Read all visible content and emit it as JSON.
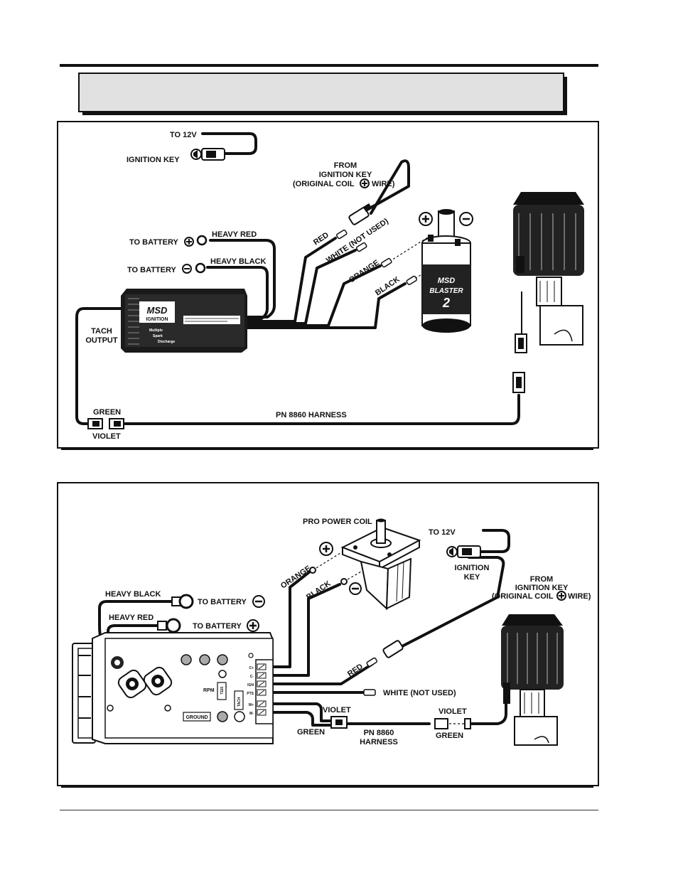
{
  "diagram_top": {
    "labels": {
      "to_12v": "TO 12V",
      "ignition_key": "IGNITION KEY",
      "from_key_1": "FROM",
      "from_key_2": "IGNITION KEY",
      "from_key_3": "(ORIGINAL COIL",
      "from_key_4": "WIRE)",
      "to_battery_pos": "TO BATTERY",
      "heavy_red": "HEAVY RED",
      "to_battery_neg": "TO BATTERY",
      "heavy_black": "HEAVY BLACK",
      "red": "RED",
      "white_not_used": "WHITE (NOT USED)",
      "orange": "ORANGE",
      "black": "BLACK",
      "tach_1": "TACH",
      "tach_2": "OUTPUT",
      "green": "GREEN",
      "violet": "VIOLET",
      "harness": "PN 8860 HARNESS"
    },
    "box": {
      "brand_1": "MSD",
      "brand_2": "IGNITION",
      "sub_1": "Multiple",
      "sub_2": "Spark",
      "sub_3": "Discharge"
    },
    "coil": {
      "brand": "MSD",
      "name": "BLASTER",
      "number": "2"
    }
  },
  "diagram_bottom": {
    "labels": {
      "pro_power_coil": "PRO POWER COIL",
      "to_12v": "TO 12V",
      "ignition_1": "IGNITION",
      "ignition_2": "KEY",
      "from_1": "FROM",
      "from_2": "IGNITION KEY",
      "from_3": "(ORIGINAL COIL",
      "from_4": "WIRE)",
      "heavy_black": "HEAVY BLACK",
      "to_battery_neg": "TO BATTERY",
      "heavy_red": "HEAVY RED",
      "to_battery_pos": "TO BATTERY",
      "orange": "ORANGE",
      "black": "BLACK",
      "red": "RED",
      "white_not_used": "WHITE (NOT USED)",
      "violet_left": "VIOLET",
      "green_left": "GREEN",
      "harness_1": "PN 8860",
      "harness_2": "HARNESS",
      "violet_right": "VIOLET",
      "green_right": "GREEN",
      "rpm": "RPM",
      "ground": "GROUND",
      "rpm_chip": "7320",
      "tach_tag": "TACH"
    },
    "terminals": [
      "C+",
      "C-",
      "IGN",
      "PTS",
      "M+",
      "M-"
    ]
  },
  "colors": {
    "ink": "#111111",
    "banner": "#e1e1e1"
  }
}
